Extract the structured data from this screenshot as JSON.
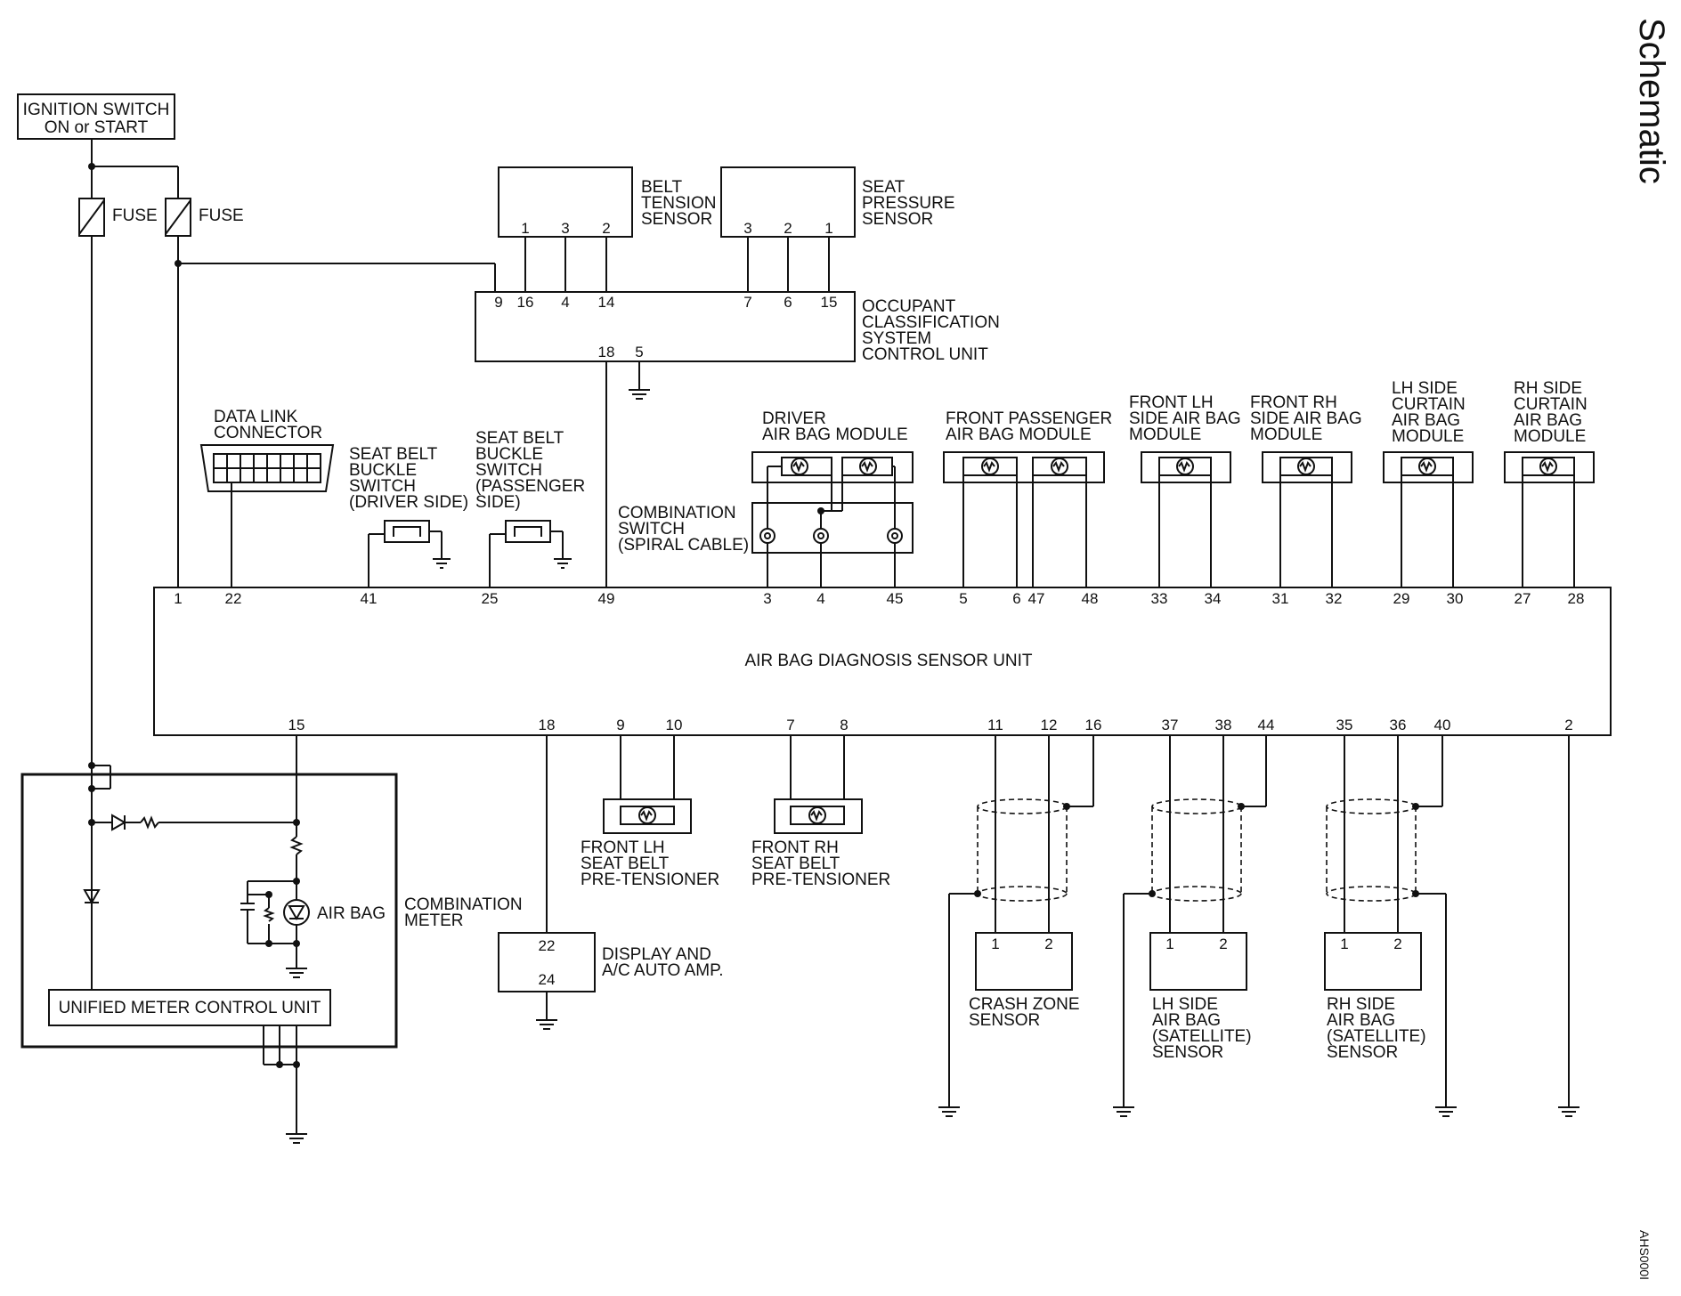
{
  "page": {
    "title": "Schematic",
    "drawing_id": "AHS000I"
  },
  "power": {
    "ignition_line1": "IGNITION SWITCH",
    "ignition_line2": "ON or START",
    "fuse1_label": "FUSE",
    "fuse2_label": "FUSE"
  },
  "belt_tension": {
    "name": [
      "BELT",
      "TENSION",
      "SENSOR"
    ],
    "pins": [
      "1",
      "3",
      "2"
    ]
  },
  "seat_pressure": {
    "name": [
      "SEAT",
      "PRESSURE",
      "SENSOR"
    ],
    "pins": [
      "3",
      "2",
      "1"
    ]
  },
  "occupant_unit": {
    "name": [
      "OCCUPANT",
      "CLASSIFICATION",
      "SYSTEM",
      "CONTROL UNIT"
    ],
    "top_pins": [
      "9",
      "16",
      "4",
      "14",
      "7",
      "6",
      "15"
    ],
    "bottom_pins": [
      "18",
      "5"
    ]
  },
  "data_link": {
    "name": [
      "DATA LINK",
      "CONNECTOR"
    ]
  },
  "buckle_driver": {
    "name": [
      "SEAT BELT",
      "BUCKLE",
      "SWITCH",
      "(DRIVER SIDE)"
    ]
  },
  "buckle_passenger": {
    "name": [
      "SEAT BELT",
      "BUCKLE",
      "SWITCH",
      "(PASSENGER",
      " SIDE)"
    ]
  },
  "combination_switch": {
    "name": [
      "COMBINATION",
      "SWITCH",
      "(SPIRAL CABLE)"
    ]
  },
  "modules": {
    "driver": [
      "DRIVER",
      "AIR BAG MODULE"
    ],
    "front_passenger": [
      "FRONT PASSENGER",
      "AIR BAG MODULE"
    ],
    "front_lh_side": [
      "FRONT LH",
      "SIDE AIR BAG",
      "MODULE"
    ],
    "front_rh_side": [
      "FRONT RH",
      "SIDE AIR BAG",
      "MODULE"
    ],
    "lh_curtain": [
      "LH SIDE",
      "CURTAIN",
      "AIR BAG",
      "MODULE"
    ],
    "rh_curtain": [
      "RH SIDE",
      "CURTAIN",
      "AIR BAG",
      "MODULE"
    ]
  },
  "diag_unit": {
    "name": "AIR BAG DIAGNOSIS SENSOR UNIT",
    "top_pins": [
      "1",
      "22",
      "41",
      "25",
      "49",
      "3",
      "4",
      "45",
      "5",
      "6",
      "47",
      "48",
      "33",
      "34",
      "31",
      "32",
      "29",
      "30",
      "27",
      "28"
    ],
    "bottom_pins": [
      "15",
      "18",
      "9",
      "10",
      "7",
      "8",
      "11",
      "12",
      "16",
      "37",
      "38",
      "44",
      "35",
      "36",
      "40",
      "2"
    ]
  },
  "pretensioners": {
    "front_lh": [
      "FRONT LH",
      "SEAT BELT",
      "PRE-TENSIONER"
    ],
    "front_rh": [
      "FRONT RH",
      "SEAT BELT",
      "PRE-TENSIONER"
    ]
  },
  "combination_meter": {
    "name": [
      "COMBINATION",
      "METER"
    ],
    "airbag_lamp": "AIR BAG",
    "unified_unit": "UNIFIED METER CONTROL UNIT"
  },
  "display_amp": {
    "name": [
      "DISPLAY AND",
      "A/C AUTO AMP."
    ],
    "pins": [
      "22",
      "24"
    ]
  },
  "crash_zone": {
    "name": [
      "CRASH ZONE",
      "SENSOR"
    ],
    "pins": [
      "1",
      "2"
    ]
  },
  "lh_satellite": {
    "name": [
      "LH SIDE",
      "AIR BAG",
      "(SATELLITE)",
      " SENSOR"
    ],
    "pins": [
      "1",
      "2"
    ]
  },
  "rh_satellite": {
    "name": [
      "RH SIDE",
      "AIR BAG",
      "(SATELLITE)",
      " SENSOR"
    ],
    "pins": [
      "1",
      "2"
    ]
  }
}
